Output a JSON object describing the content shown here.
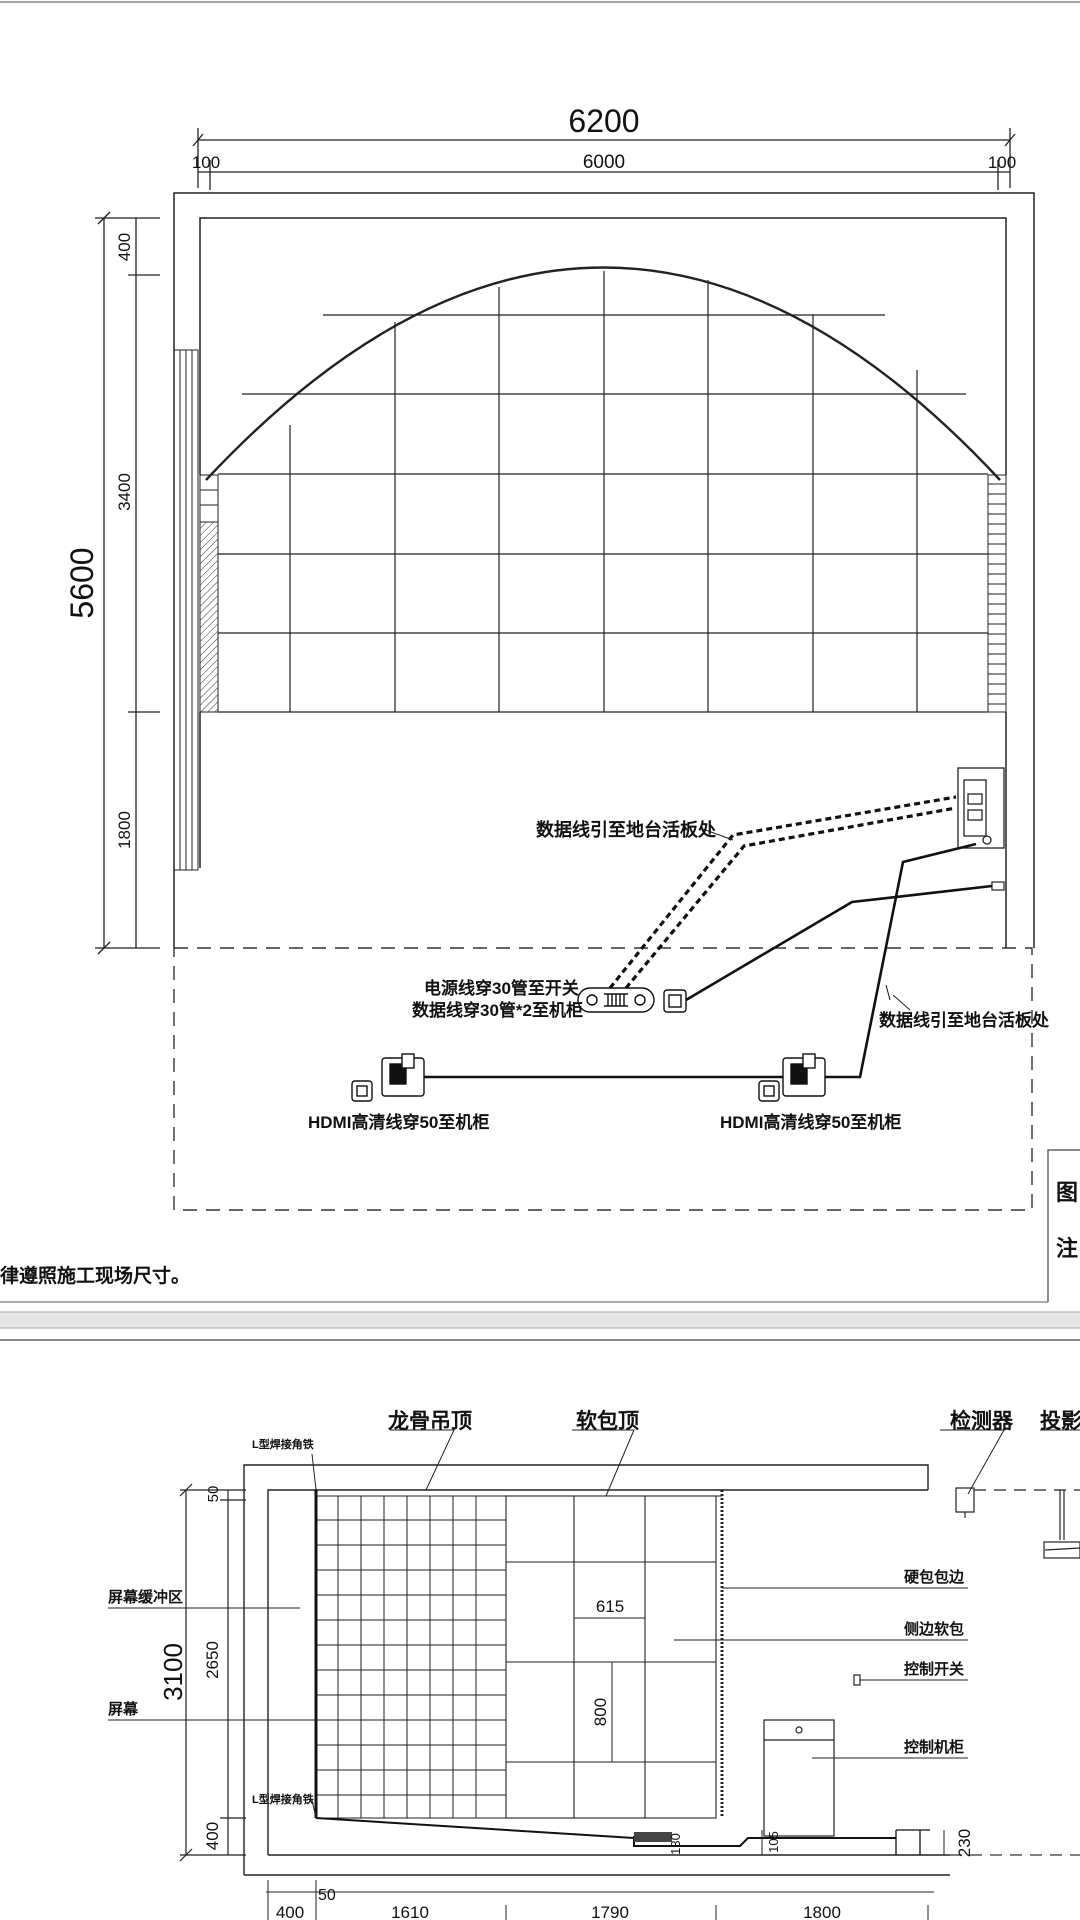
{
  "plan": {
    "dims": {
      "total_width": "6200",
      "inner_width": "6000",
      "side_left": "100",
      "side_right": "100",
      "total_height": "5600",
      "top_band": "400",
      "screen_height": "3400",
      "floor_band": "1800"
    },
    "callouts": {
      "data_line_top": "数据线引至地台活板处",
      "power_line": "电源线穿30管至开关",
      "data_line_mid": "数据线穿30管*2至机柜",
      "data_line_right": "数据线引至地台活板处",
      "hdmi_left": "HDMI高清线穿50至机柜",
      "hdmi_right": "HDMI高清线穿50至机柜"
    },
    "note_text": "律遵照施工现场尺寸。",
    "side_box": [
      "图",
      "注"
    ]
  },
  "elevation": {
    "labels": {
      "keel_ceiling": "龙骨吊顶",
      "soft_ceiling": "软包顶",
      "detector": "检测器",
      "projector": "投影",
      "angle_iron_top": "L型焊接角铁",
      "angle_iron_bottom": "L型焊接角铁",
      "screen_buffer": "屏幕缓冲区",
      "screen": "屏幕",
      "hard_edge": "硬包包边",
      "side_soft": "侧边软包",
      "control_switch": "控制开关",
      "control_cabinet": "控制机柜"
    },
    "dims": {
      "total_height": "3100",
      "top": "50",
      "mid": "2650",
      "bottom": "400",
      "panel_width": "615",
      "panel_height": "800",
      "step_130": "130",
      "step_105": "105",
      "step_230": "230",
      "bottom_50": "50",
      "bottom_400": "400",
      "bottom_1610": "1610",
      "bottom_1790": "1790",
      "bottom_1800": "1800"
    }
  }
}
